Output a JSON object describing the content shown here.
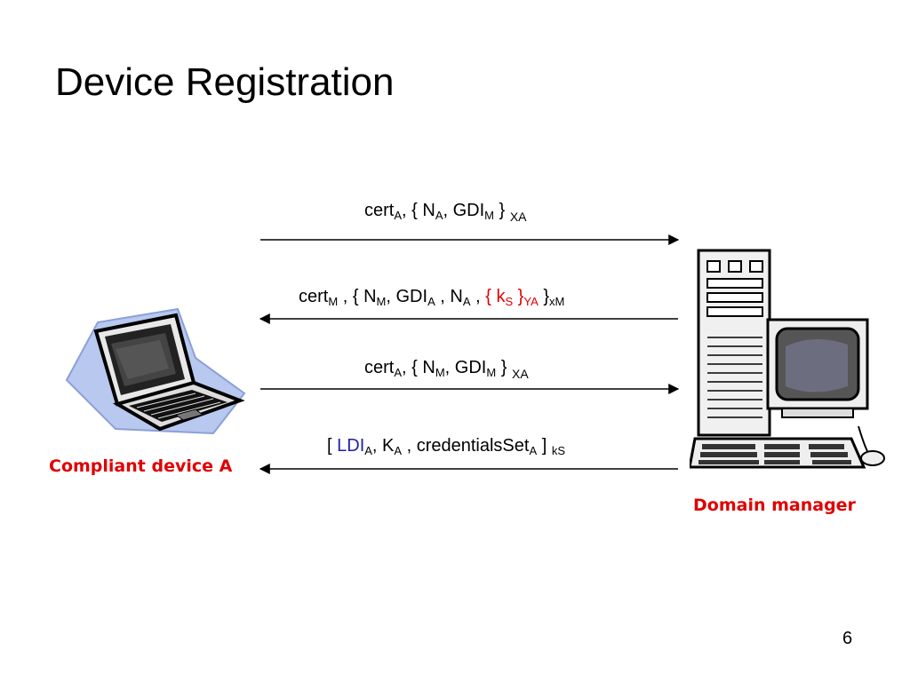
{
  "title": "Device Registration",
  "page_number": "6",
  "actors": {
    "device": "Compliant device A",
    "manager": "Domain manager"
  },
  "messages": [
    {
      "direction": "device-to-manager",
      "parts": {
        "cert": "cert",
        "cert_sub": "A",
        "open": ", { N",
        "n_sub": "A",
        "gdi": ", GDI",
        "gdi_sub": "M",
        "close": " }",
        "key": "X",
        "key_sub": "A"
      }
    },
    {
      "direction": "manager-to-device",
      "parts": {
        "cert": "cert",
        "cert_sub": "M",
        "open": " , { N",
        "n_sub": "M",
        "gdi": ", GDI",
        "gdi_sub": "A",
        "na": " , N",
        "na_sub": "A",
        "sep": " , ",
        "inner_open": "{ k",
        "inner_sub": "S",
        "inner_close": " }",
        "inner_key_sub": "YA",
        "close": " }",
        "key_sub": "xM"
      }
    },
    {
      "direction": "device-to-manager",
      "parts": {
        "cert": "cert",
        "cert_sub": "A",
        "open": ", { N",
        "n_sub": "M",
        "gdi": ", GDI",
        "gdi_sub": "M",
        "close": " }",
        "key": "X",
        "key_sub": "A"
      }
    },
    {
      "direction": "manager-to-device",
      "parts": {
        "open": "[ ",
        "ldi": "LDI",
        "ldi_sub": "A",
        "k": ", K",
        "k_sub": "A",
        "creds": " , credentialsSet",
        "creds_sub": "A",
        "close": " ]",
        "key_sub": "kS"
      }
    }
  ],
  "colors": {
    "accent_red": "#e00000",
    "accent_blue": "#1f1fa8"
  },
  "icons": {
    "device": "laptop-icon",
    "manager": "desktop-computer-icon"
  }
}
